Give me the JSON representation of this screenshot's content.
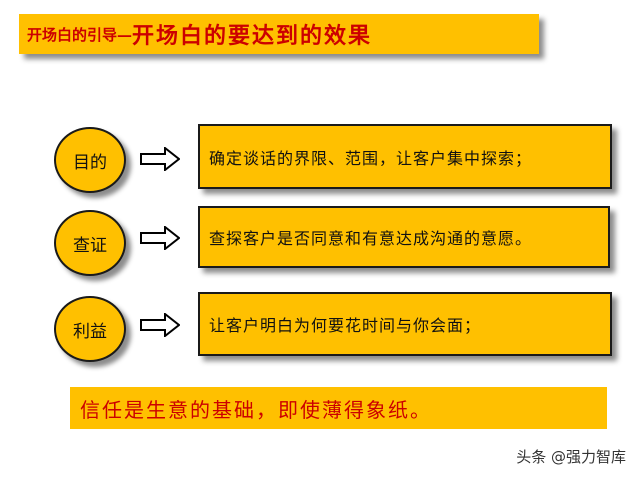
{
  "title": {
    "small": "开场白的引导—",
    "large": " 开场白的要达到的效果"
  },
  "rows": [
    {
      "label": "目的",
      "text": "确定谈话的界限、范围，让客户集中探索；"
    },
    {
      "label": "查证",
      "text": "查探客户是否同意和有意达成沟通的意愿。"
    },
    {
      "label": "利益",
      "text": "让客户明白为何要花时间与你会面；"
    }
  ],
  "footer": "信任是生意的基础，即使薄得象纸。",
  "watermark": "头条 @强力智库",
  "colors": {
    "fill": "#FFC000",
    "title_text": "#cc0000",
    "footer_text": "#cc0000"
  },
  "icons": [
    "right-arrow-icon"
  ]
}
